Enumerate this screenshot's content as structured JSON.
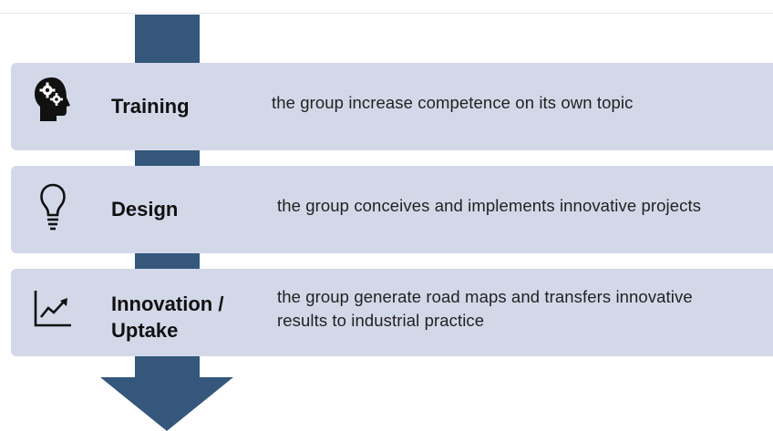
{
  "stages": [
    {
      "icon": "head-gears-icon",
      "title_lines": [
        "Training"
      ],
      "description_lines": [
        "the group increase competence on its own topic"
      ]
    },
    {
      "icon": "lightbulb-icon",
      "title_lines": [
        "Design"
      ],
      "description_lines": [
        "the group conceives and implements innovative projects"
      ]
    },
    {
      "icon": "trend-chart-icon",
      "title_lines": [
        "Innovation /",
        "Uptake"
      ],
      "description_lines": [
        "the group generate road maps and transfers innovative",
        "results to industrial practice"
      ]
    }
  ],
  "colors": {
    "arrow": "#34577b",
    "stage_background": "#d3d8e9",
    "text": "#111111"
  }
}
